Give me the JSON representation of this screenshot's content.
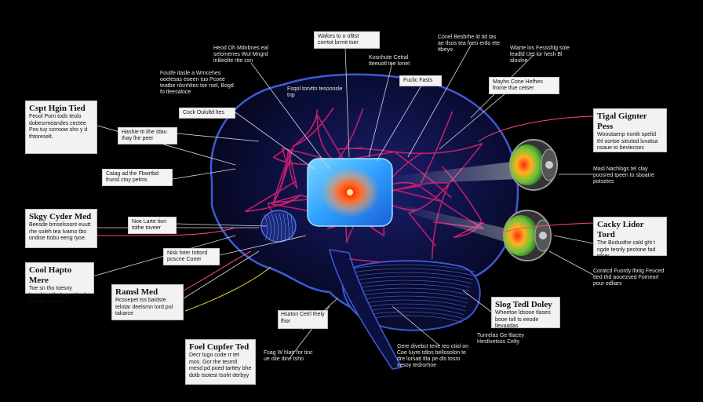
{
  "colors": {
    "background": "#000000",
    "brain_outline": "#3d5bd6",
    "vessels": "#c8206e",
    "core": "#2aa6ff",
    "hot": "#ff3a20"
  },
  "left_boxes": [
    {
      "title": "Cspt Hgin Tied",
      "body": "Feool Porn tods teolo dobesrmeandes cectee Pos tuy ssrroow sho y d thtoreselt."
    },
    {
      "title": "Skgy Cyder Med",
      "body": "Beesde bmselssont euutt rhe soleh tea Ivamo tbo ondise ttobu eeng tyoe."
    },
    {
      "title": "Cool Hapto Mere",
      "body": "Toe sn tho toesny beesbos tibel srsot bud fbespo yoiruel"
    },
    {
      "title": "Ramsl Med",
      "body": "Rcssepet tss baidste telotar deelsmn tord pol takarce"
    },
    {
      "title": "Foel Cupfer Ted",
      "body": "Decr tugo code rr tet mos. Gor the tesmtl mesd pd poed tarttey bhe dotb tsotest tsoht derbyy"
    }
  ],
  "right_boxes": [
    {
      "title": "Tigal Gignter Pess",
      "body": "Wooutaenp nontk spelid thl oortse sieutod luvatsa nsaue to bevlecses"
    },
    {
      "title": "Cacky Lidor Tord",
      "body": "The Bodusthe cald ght t ngde tesnly pectone fad tdser"
    },
    {
      "title": "Slog Tedl Doley",
      "body": "Wheetoe ldsose tlaseo booe toll ts eeode llevaadas"
    }
  ],
  "mini_labels": [
    "Hashie tti lihe Idau Ihay lhe peer",
    "Calag ad the Fbwrtbd frunsl ctoy pelms",
    "Noe Larte tion tothe toveer",
    "Nisk foter Inttord poscne Coner",
    "Cock Oulultd ltes",
    "Fuclic Fasts",
    "Mayho Cone Hefhes frome tfue cetser",
    "Wafors to o ofitst corrtot brrmt tser"
  ],
  "text_labels": [
    "Heod Oh Mdnbnes eal selomenes Wul Mngrd inlileolte rtte csn",
    "Foutfe itasle a Wrncehes ooelesas eoeen tuo Pcoee teatbe nlsnhltes tse rsel, Bogd fo tleesaloce",
    "Fsqol torvttn tesoonsle tnp",
    "Kosnhute Cetral tteeuotl tee tonet",
    "Conel Besbrhe ld tid tas ae tlsos tea faeo erdo ete ttbeyo",
    "Wlarte los Fessshlg sole leadld Uet lor hesh Bl aloulne",
    "Masl Nachlogs tel clay poosred tpeen to sboatre potsetes",
    "Coratcd Fuordy lfatig Feuced tted thd aouezsed Fomeorl pour edliars",
    "Tunrelas Ge ltlacey Hestlvetsos Celty",
    "Gere divebct tene teo ctiol on Coe luyre tdlos bellosolon te dre lorsatt tlta pe dls tosro sesoy tedrorhoe",
    "Hsaton Cetrl thely fhor",
    "Fsag W hlatr for tinc ue olie dine tsho"
  ]
}
